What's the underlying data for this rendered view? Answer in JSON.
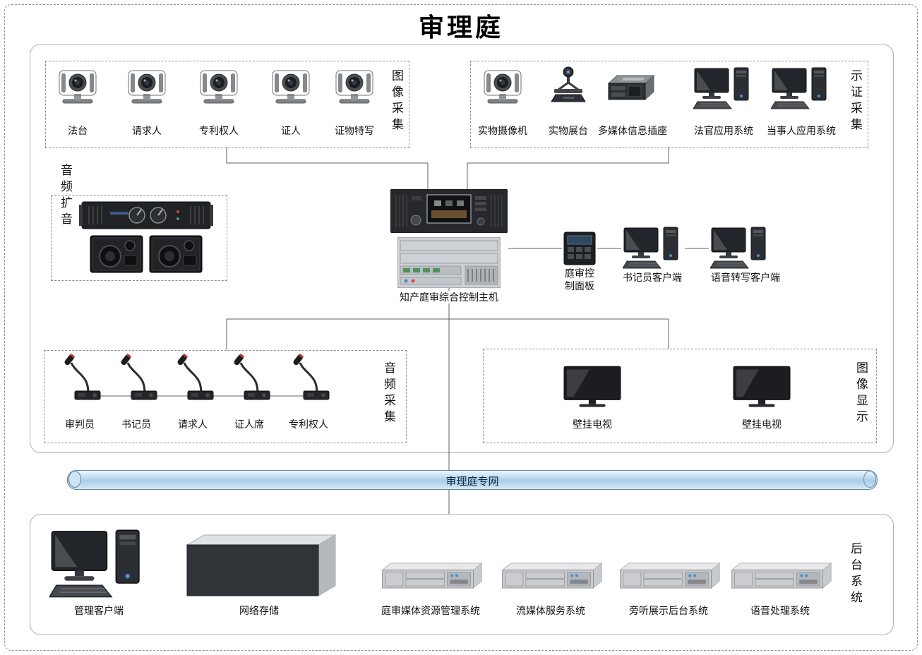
{
  "title": "审理庭",
  "network_bus": {
    "label": "审理庭专网"
  },
  "control_center": {
    "host_label": "知产庭审综合控制主机",
    "panel_label": "庭审控制面板",
    "clerk_label": "书记员客户端",
    "transcriber_label": "语音转写客户端"
  },
  "groups": {
    "image_capture": {
      "side_label": "图像采集",
      "items": [
        {
          "label": "法台",
          "icon": "ptz-camera"
        },
        {
          "label": "请求人",
          "icon": "ptz-camera"
        },
        {
          "label": "专利权人",
          "icon": "ptz-camera"
        },
        {
          "label": "证人",
          "icon": "ptz-camera"
        },
        {
          "label": "证物特写",
          "icon": "ptz-camera"
        }
      ]
    },
    "evidence_capture": {
      "side_label": "示证采集",
      "items": [
        {
          "label": "实物摄像机",
          "icon": "ptz-camera"
        },
        {
          "label": "实物展台",
          "icon": "document-camera"
        },
        {
          "label": "多媒体信息插座",
          "icon": "media-socket"
        },
        {
          "label": "法官应用系统",
          "icon": "desktop-pc"
        },
        {
          "label": "当事人应用系统",
          "icon": "desktop-pc"
        }
      ]
    },
    "audio_amplification": {
      "side_label": "音频扩音"
    },
    "audio_capture": {
      "side_label": "音频采集",
      "items": [
        {
          "label": "审判员",
          "icon": "gooseneck-mic"
        },
        {
          "label": "书记员",
          "icon": "gooseneck-mic"
        },
        {
          "label": "请求人",
          "icon": "gooseneck-mic"
        },
        {
          "label": "证人席",
          "icon": "gooseneck-mic"
        },
        {
          "label": "专利权人",
          "icon": "gooseneck-mic"
        }
      ]
    },
    "image_display": {
      "side_label": "图像显示",
      "items": [
        {
          "label": "壁挂电视",
          "icon": "wall-tv"
        },
        {
          "label": "壁挂电视",
          "icon": "wall-tv"
        }
      ]
    },
    "backend": {
      "side_label": "后台系统",
      "items": [
        {
          "label": "管理客户端",
          "icon": "desktop-pc"
        },
        {
          "label": "网络存储",
          "icon": "storage-array"
        },
        {
          "label": "庭审媒体资源管理系统",
          "icon": "rack-server"
        },
        {
          "label": "流媒体服务系统",
          "icon": "rack-server"
        },
        {
          "label": "旁听展示后台系统",
          "icon": "rack-server"
        },
        {
          "label": "语音处理系统",
          "icon": "rack-server"
        }
      ]
    }
  },
  "colors": {
    "screen_blue": "#3f6fb5",
    "pipe_fill": "#bcd9ec",
    "connector_line": "#606060",
    "mic_ring_red": "#c23b32"
  }
}
